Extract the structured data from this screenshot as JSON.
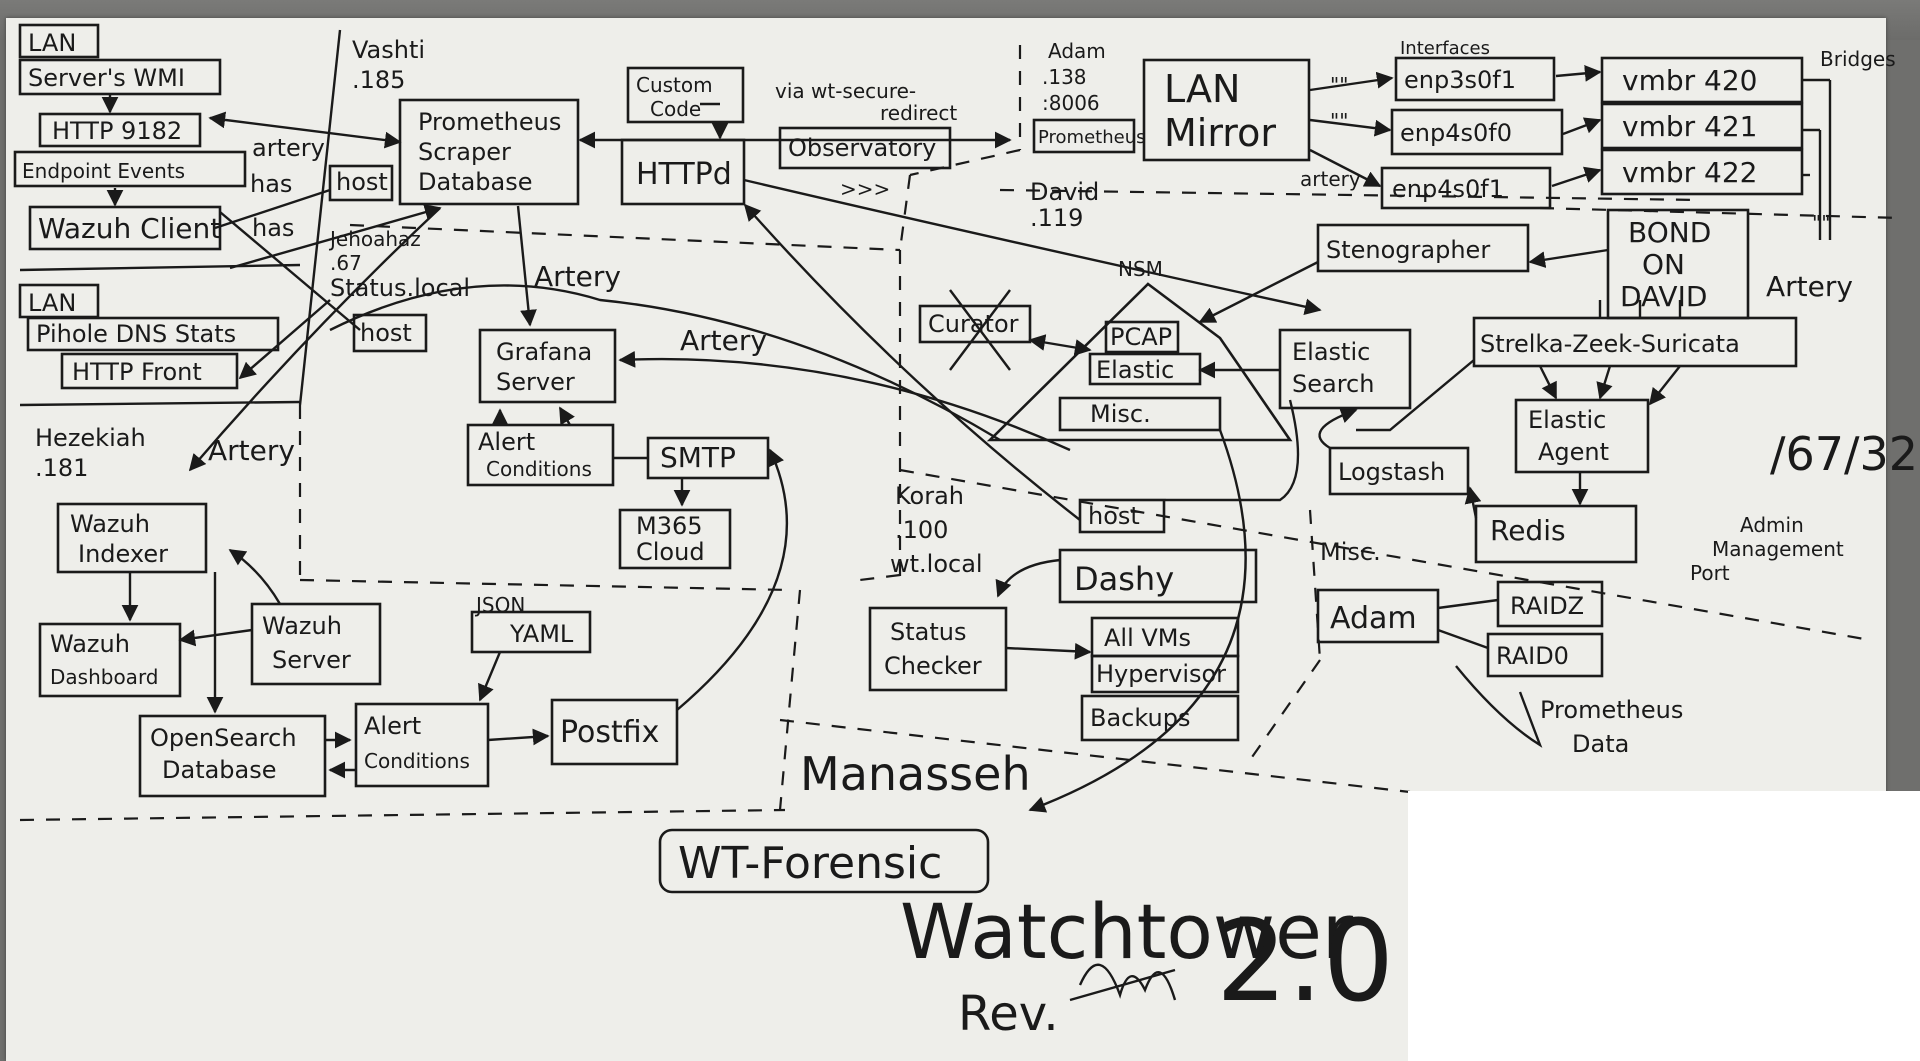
{
  "diagram": {
    "zones": {
      "lan_top": "LAN",
      "lan_mid": "LAN",
      "vashti": [
        "Vashti",
        ".185"
      ],
      "adam": [
        "Adam",
        ".138",
        ":8006"
      ],
      "david": [
        "David",
        ".119"
      ],
      "jehoahaz": [
        "Jehoahaz",
        ".67",
        "Status.local"
      ],
      "hezekiah": [
        "Hezekiah",
        ".181"
      ],
      "korah": [
        "Korah",
        ".100",
        "wt.local"
      ],
      "misc": "Misc.",
      "manasseh": "Manasseh"
    },
    "nodes": {
      "servers_wmi": "Server's WMI",
      "http_9182": "HTTP 9182",
      "endpoint_events": "Endpoint Events",
      "wazuh_client": "Wazuh Client",
      "pihole_dns_stats": "Pihole DNS Stats",
      "http_front": "HTTP Front",
      "host_vashti": "host",
      "host_jehoahaz": "host",
      "host_nsm": "host",
      "prometheus": [
        "Prometheus",
        "Scraper",
        "Database"
      ],
      "custom_code": [
        "Custom",
        "Code"
      ],
      "httpd": "HTTPd",
      "observatory": "Observatory",
      "prometheus_adam": "Prometheus",
      "lan_mirror": [
        "LAN",
        "Mirror"
      ],
      "enp3s0f1": "enp3s0f1",
      "enp4s0f0": "enp4s0f0",
      "enp4s0f1": "enp4s0f1",
      "vmbr420": "vmbr 420",
      "vmbr421": "vmbr 421",
      "vmbr422": "vmbr 422",
      "bond_on_david": [
        "BOND",
        "ON",
        "DAVID"
      ],
      "stenographer": "Stenographer",
      "strelka": "Strelka-Zeek-Suricata",
      "elastic_agent": [
        "Elastic",
        "Agent"
      ],
      "redis": "Redis",
      "logstash": "Logstash",
      "elastic_search": [
        "Elastic",
        "Search"
      ],
      "curator": "Curator",
      "pcap": "PCAP",
      "elastic": "Elastic",
      "misc_box": "Misc.",
      "grafana": [
        "Grafana",
        "Server"
      ],
      "alert_conditions_grafana": [
        "Alert",
        "Conditions"
      ],
      "smtp": "SMTP",
      "m365": [
        "M365",
        "Cloud"
      ],
      "wazuh_indexer": [
        "Wazuh",
        "Indexer"
      ],
      "wazuh_dashboard": [
        "Wazuh",
        "Dashboard"
      ],
      "wazuh_server": [
        "Wazuh",
        "Server"
      ],
      "opensearch": [
        "OpenSearch",
        "Database"
      ],
      "alert_conditions_wazuh": [
        "Alert",
        "Conditions"
      ],
      "json_yaml": [
        "JSON",
        "YAML"
      ],
      "postfix": "Postfix",
      "dashy": "Dashy",
      "status_checker": [
        "Status",
        "Checker"
      ],
      "all_vms": "All VMs",
      "hypervisor": "Hypervisor",
      "backups": "Backups",
      "adam_misc": "Adam",
      "raidz": "RAIDZ",
      "raid0": "RAID0",
      "wt_forensic": "WT-Forensic"
    },
    "annotations": {
      "artery": "Artery",
      "artery_lower": "artery",
      "has": "has",
      "via": [
        "via wt-secure-",
        "redirect"
      ],
      "interfaces": "Interfaces",
      "bridges": "Bridges",
      "nsm": "NSM",
      "ports": "/67/32",
      "admin_port": [
        "Admin",
        "Management",
        "Port"
      ],
      "prometheus_data": [
        "Prometheus",
        "Data"
      ],
      "quote_mark": "\"\"",
      "quote_mark_right": "\"\"",
      "k_marks": ">>>"
    },
    "title": {
      "main": "Watchtower",
      "version": "2.0",
      "rev": "Rev."
    }
  },
  "colors": {
    "ink": "#1a1a1a",
    "paper": "#eeeeea",
    "background": "#6f6f6d"
  }
}
